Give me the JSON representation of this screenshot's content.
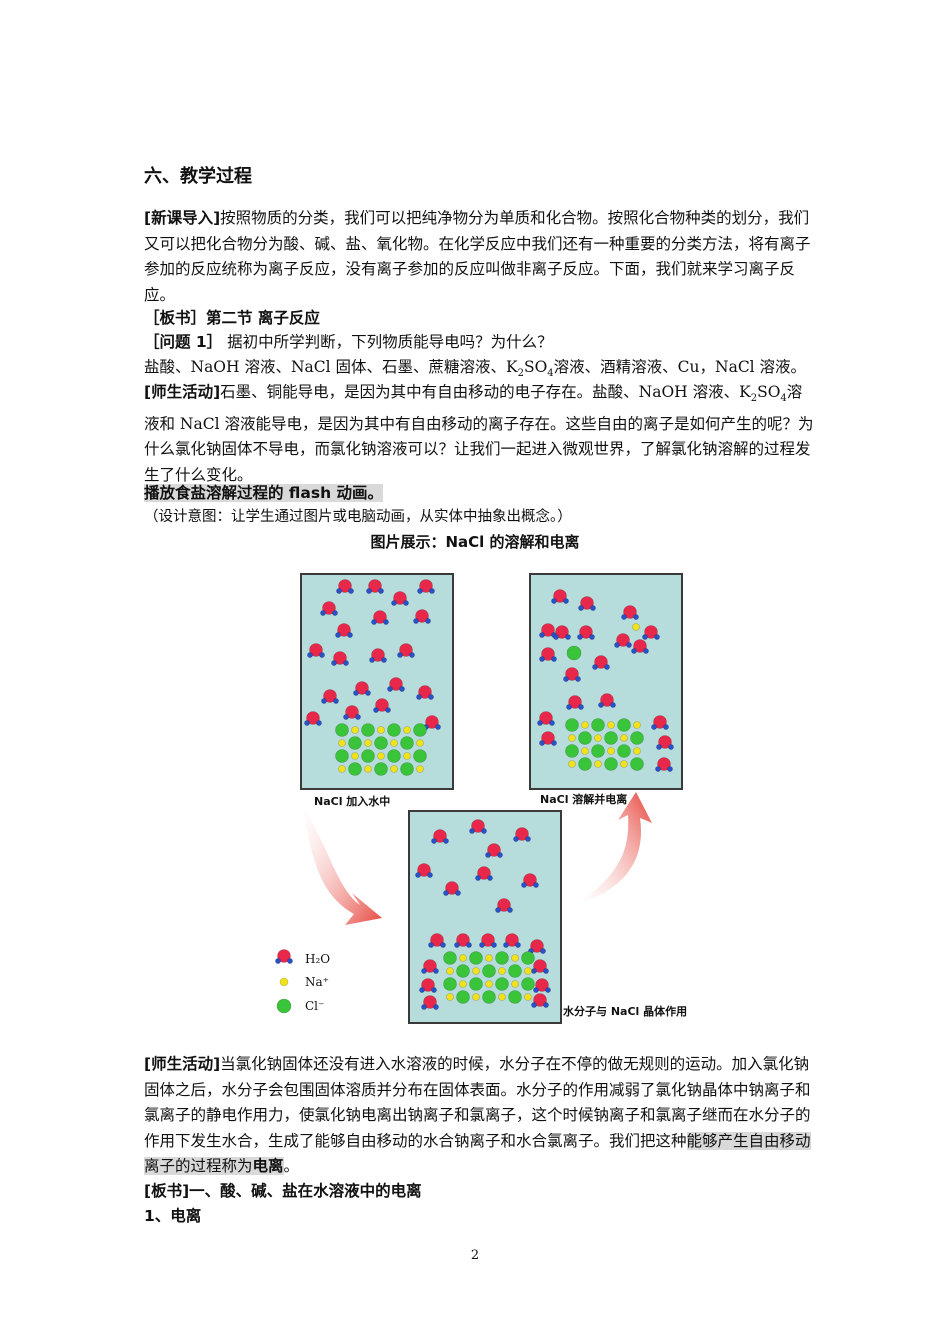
{
  "section_title": "六、教学过程",
  "intro": {
    "tag": "[新课导入]",
    "text": "按照物质的分类，我们可以把纯净物分为单质和化合物。按照化合物种类的划分，我们又可以把化合物分为酸、碱、盐、氧化物。在化学反应中我们还有一种重要的分类方法，将有离子参加的反应统称为离子反应，没有离子参加的反应叫做非离子反应。下面，我们就来学习离子反应。"
  },
  "board1": {
    "tag": "［板书］",
    "text": "第二节 离子反应"
  },
  "question1": {
    "tag": "［问题 1］",
    "text": " 据初中所学判断，下列物质能导电吗？为什么？"
  },
  "substances": {
    "part1": "盐酸、NaOH 溶液、NaCl 固体、石墨、蔗糖溶液、K",
    "sub1": "2",
    "part2": "SO",
    "sub2": "4",
    "part3": "溶液、酒精溶液、Cu，NaCl 溶液。"
  },
  "activity1": {
    "tag": "[师生活动]",
    "text_a": "石墨、铜能导电，是因为其中有自由移动的电子存在。盐酸、NaOH 溶液、K",
    "sub1": "2",
    "text_b": "SO",
    "sub2": "4",
    "text_c": "溶液和 NaCl 溶液能导电，是因为其中有自由移动的离子存在。这些自由的离子是如何产生的呢？为什么氯化钠固体不导电，而氯化钠溶液可以？让我们一起进入微观世界，了解氯化钠溶解的过程发生了什么变化。"
  },
  "play_flash": "播放食盐溶解过程的 flash 动画。",
  "design_intent": "（设计意图：让学生通过图片或电脑动画，从实体中抽象出概念。）",
  "figure": {
    "title": "图片展示：NaCl 的溶解和电离",
    "panel1_caption": "NaCl 加入水中",
    "panel2_caption": "NaCl 溶解并电离",
    "panel3_caption": "水分子与 NaCl 晶体作用",
    "legend": [
      "H₂O",
      "Na⁺",
      "Cl⁻"
    ],
    "colors": {
      "water": "#e8284a",
      "hydrogen": "#2a52c8",
      "sodium": "#f2e21a",
      "chloride": "#39c43a",
      "panel_bg": "#b7dcdc",
      "arrow": "#e6453c"
    }
  },
  "activity2": {
    "tag": "[师生活动]",
    "text_a": "当氯化钠固体还没有进入水溶液的时候，水分子在不停的做无规则的运动。加入氯化钠固体之后，水分子会包围固体溶质并分布在固体表面。水分子的作用减弱了氯化钠晶体中钠离子和氯离子的静电作用力，使氯化钠电离出钠离子和氯离子，这个时候钠离子和氯离子继而在水分子的作用下发生水合，生成了能够自由移动的水合钠离子和水合氯离子。我们把这种",
    "text_hl": "能够产生自由移动离子的过程称为",
    "text_bold": "电离",
    "text_end": "。"
  },
  "board2": "[板书]一、酸、碱、盐在水溶液中的电离",
  "item1": "1、电离",
  "page_number": "2"
}
